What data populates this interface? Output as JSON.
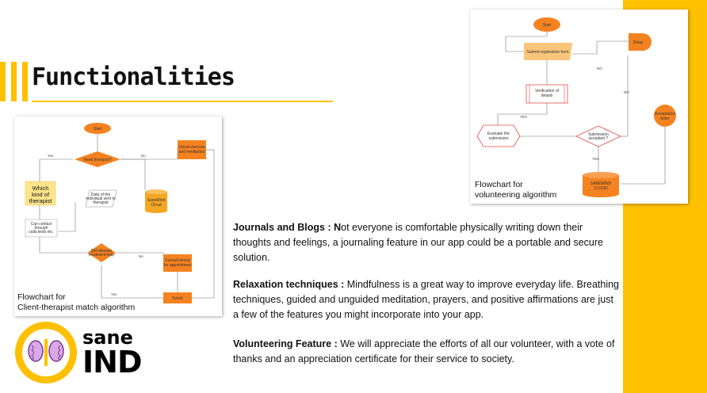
{
  "slide": {
    "title": "Functionalities",
    "colors": {
      "accent": "#ffc000",
      "node_orange": "#f58220",
      "node_yellow": "#ffe48a"
    }
  },
  "left_flowchart": {
    "caption_line1": "Flowchart for",
    "caption_line2": "Client-therapist match algorithm",
    "nodes": {
      "start": "Start",
      "decision": "Need therapist?",
      "which_line1": "Which",
      "which_line2": "kind of",
      "which_line3": "therapist",
      "visual1": "Visual exercise",
      "visual2": "and meditation",
      "data1": "Data of the",
      "data2": "individual sent to",
      "data3": "therapist",
      "cloud1": "SaneMind",
      "cloud2": "Cloud",
      "contact1": "Can contact",
      "contact2": "through",
      "contact3": "calls,texts etc.",
      "ok1": "Still disease",
      "ok2": "treatment help",
      "consult1": "Consult doctor",
      "consult2": "for appointment",
      "finish": "Finish"
    },
    "labels": {
      "yes": "Yes",
      "no": "No"
    }
  },
  "right_flowchart": {
    "caption_line1": "Flowchart for",
    "caption_line2": "volunteering algorithm",
    "nodes": {
      "start": "Start",
      "submit": "Submit registration form",
      "delay": "Delay",
      "verify1": "Verification of",
      "verify2": "details",
      "evaluate1": "Evaluate the",
      "evaluate2": "submission",
      "accepted1": "Submission",
      "accepted2": "accepted ?",
      "ack1": "Acceptance",
      "ack2": "letter",
      "cloud1": "SANEMIND",
      "cloud2": "CLOUD"
    },
    "labels": {
      "yes": "YES",
      "no": "NO"
    }
  },
  "features": [
    {
      "heading": "Journals and Blogs : ",
      "lead": "N",
      "text": "ot everyone is comfortable physically writing down their thoughts and feelings, a journaling feature in our app could be a portable and secure solution."
    },
    {
      "heading": "Relaxation techniques : ",
      "lead": "",
      "text": "Mindfulness is a great way to improve everyday life. Breathing techniques, guided and unguided meditation, prayers, and positive affirmations are just a few of the features you might incorporate into your app."
    },
    {
      "heading": " Volunteering Feature : ",
      "lead": "",
      "text": "We will appreciate the efforts of all our volunteer, with a vote of thanks and an appreciation certificate for their service to society."
    }
  ],
  "logo": {
    "word_top": "sane",
    "word_bottom": "IND"
  }
}
